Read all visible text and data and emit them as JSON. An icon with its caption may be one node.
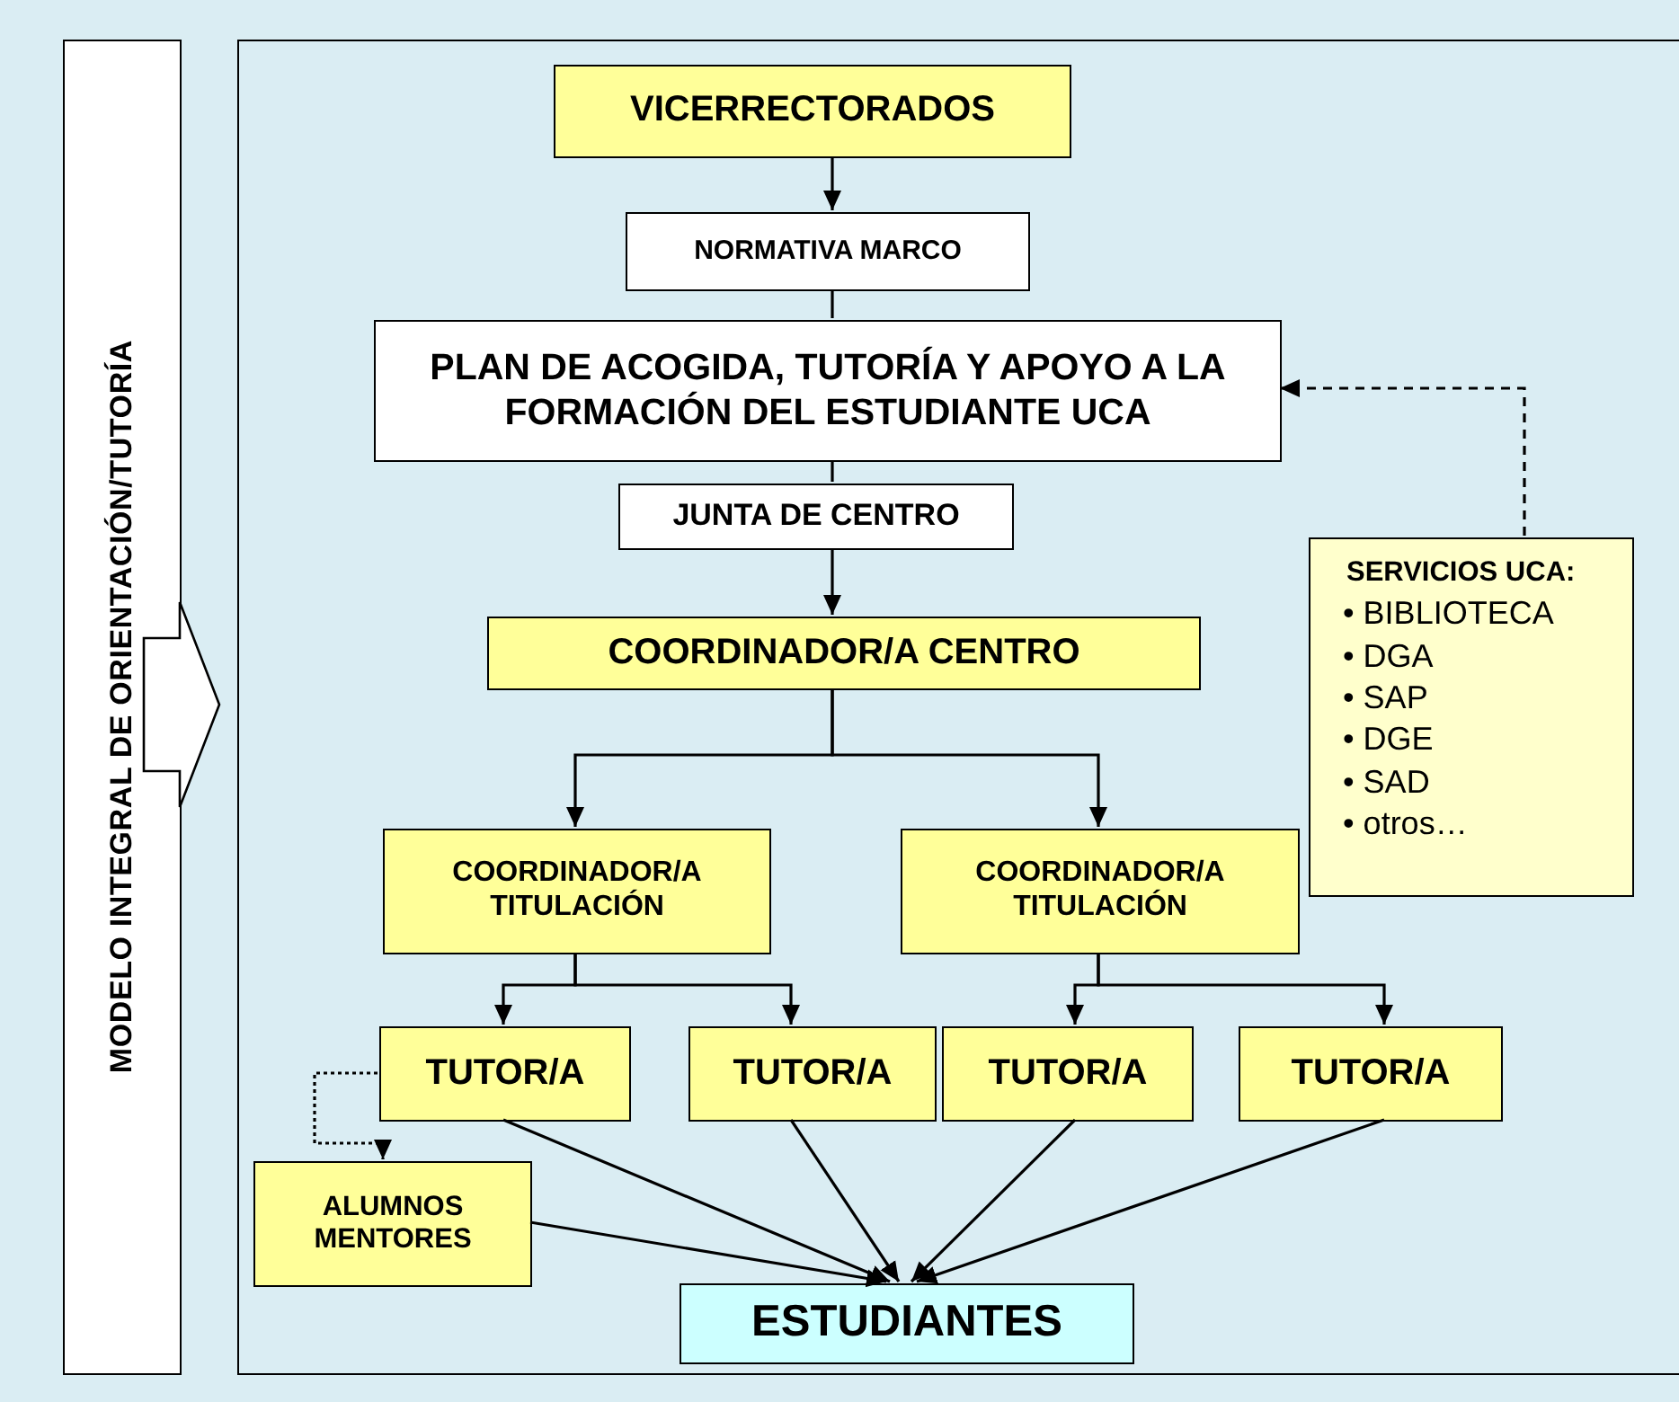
{
  "diagram": {
    "nodes": [
      {
        "text": [
          "MODELO INTEGRAL DE ORIENTACIÓN/TUTORÍA"
        ]
      },
      {
        "text": [],
        "shape": "box"
      },
      {
        "text": [
          "VICERRECTORADOS"
        ],
        "in": 1
      },
      {
        "text": [
          "NORMATIVA MARCO"
        ],
        "in": 1
      },
      {
        "text": [
          "PLAN DE ACOGIDA, TUTORÍA Y APOYO A LA FORMACIÓN DEL ESTUDIANTE UCA"
        ],
        "in": 1
      },
      {
        "text": [
          "JUNTA DE CENTRO"
        ],
        "in": 1
      },
      {
        "text": [
          "SERVICIOS UCA:",
          "• BIBLIOTECA",
          "• DGA",
          "• SAP",
          "• DGE",
          "• SAD",
          "• otros…"
        ],
        "in": 1
      },
      {
        "text": [
          "COORDINADOR/A CENTRO"
        ],
        "in": 1
      },
      {
        "text": [
          "COORDINADOR/A TITULACIÓN"
        ],
        "in": 1
      },
      {
        "text": [
          "COORDINADOR/A TITULACIÓN"
        ],
        "in": 1
      },
      {
        "text": [
          "TUTOR/A"
        ],
        "in": 1
      },
      {
        "text": [
          "TUTOR/A"
        ],
        "in": 1
      },
      {
        "text": [
          "TUTOR/A"
        ],
        "in": 1
      },
      {
        "text": [
          "TUTOR/A"
        ],
        "in": 1
      },
      {
        "text": [
          "ALUMNOS MENTORES"
        ],
        "in": 1
      },
      {
        "text": [
          "ESTUDIANTES"
        ],
        "in": 1
      }
    ],
    "edges": [
      {
        "from": 0,
        "to": 1,
        "arrow": "to",
        "style": "thick"
      },
      {
        "from": 2,
        "to": 3,
        "arrow": "to"
      },
      {
        "from": 3,
        "to": 4,
        "arrow": "none"
      },
      {
        "from": 4,
        "to": 5,
        "arrow": "none"
      },
      {
        "from": 5,
        "to": 7,
        "arrow": "to"
      },
      {
        "from": 6,
        "to": 4,
        "arrow": "to",
        "style": "dashed"
      },
      {
        "from": 7,
        "to": 8,
        "arrow": "to"
      },
      {
        "from": 7,
        "to": 9,
        "arrow": "to"
      },
      {
        "from": 8,
        "to": 10,
        "arrow": "to"
      },
      {
        "from": 8,
        "to": 11,
        "arrow": "to"
      },
      {
        "from": 9,
        "to": 12,
        "arrow": "to"
      },
      {
        "from": 9,
        "to": 13,
        "arrow": "to"
      },
      {
        "from": 10,
        "to": 14,
        "arrow": "to",
        "style": "dashed"
      },
      {
        "from": 10,
        "to": 15,
        "arrow": "to"
      },
      {
        "from": 11,
        "to": 15,
        "arrow": "to"
      },
      {
        "from": 12,
        "to": 15,
        "arrow": "to"
      },
      {
        "from": 13,
        "to": 15,
        "arrow": "to"
      },
      {
        "from": 14,
        "to": 15,
        "arrow": "to"
      }
    ]
  }
}
